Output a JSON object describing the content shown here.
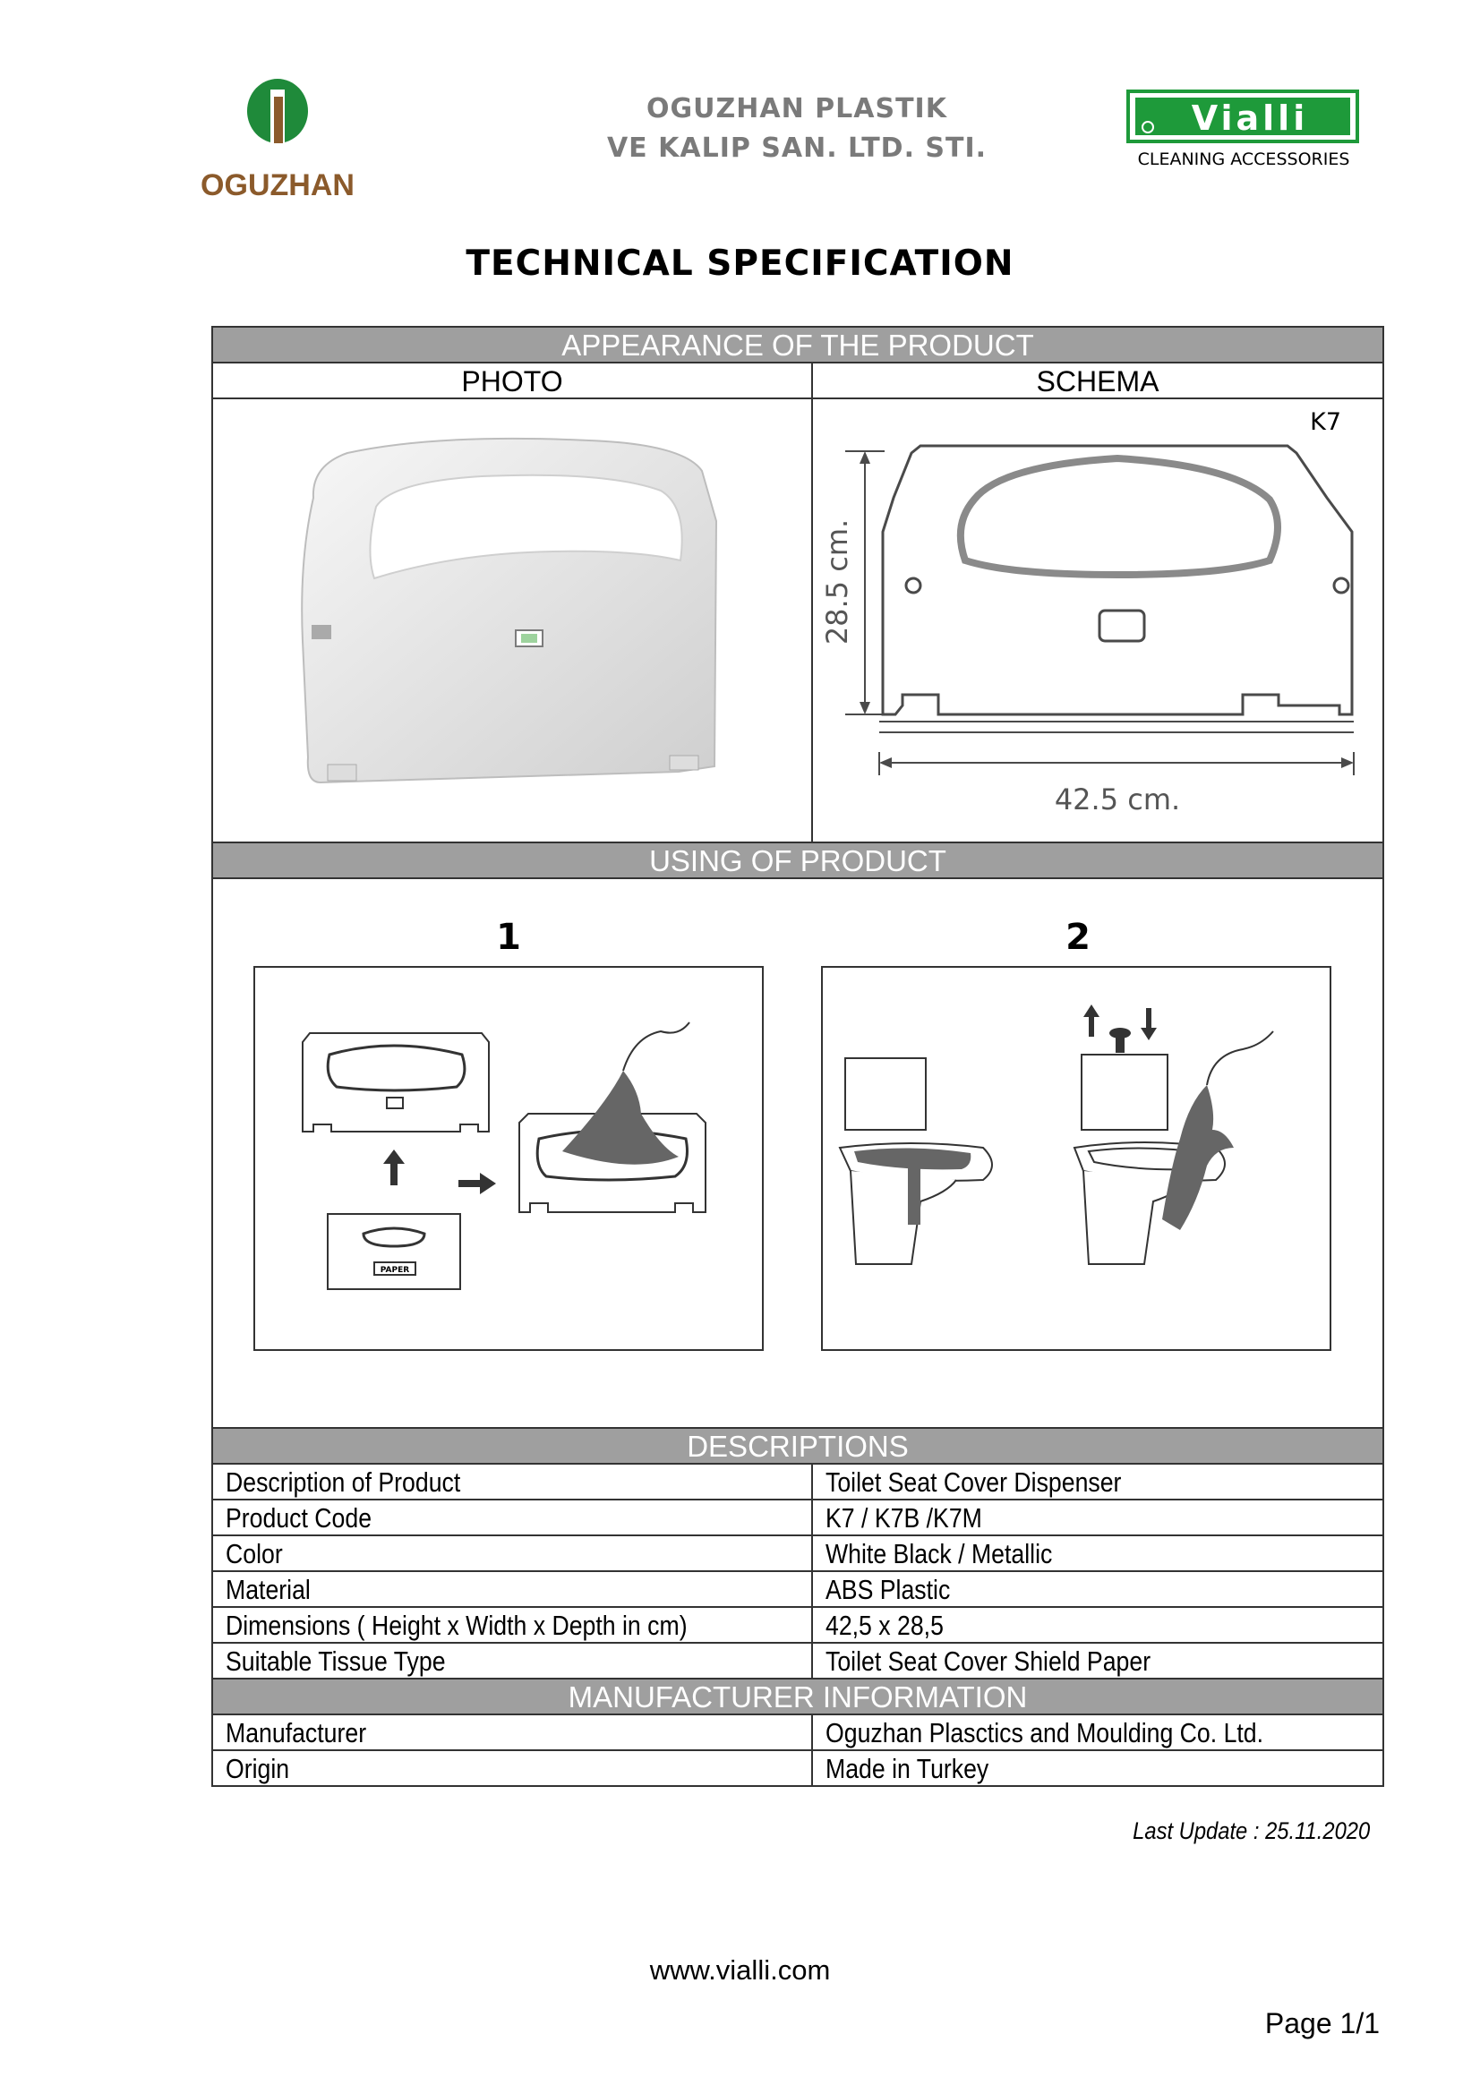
{
  "header": {
    "logo_left_text": "OGUZHAN",
    "company_line1": "OGUZHAN PLASTIK",
    "company_line2": "VE KALIP SAN. LTD. STI.",
    "logo_right_brand": "Vialli",
    "logo_right_tagline": "CLEANING ACCESSORIES",
    "title": "TECHNICAL SPECIFICATION"
  },
  "appearance": {
    "section_title": "APPEARANCE OF THE PRODUCT",
    "photo_header": "PHOTO",
    "schema_header": "SCHEMA",
    "schema_code": "K7",
    "schema_height": "28.5 cm.",
    "schema_width": "42.5 cm."
  },
  "usage": {
    "section_title": "USING OF PRODUCT",
    "step1_label": "1",
    "step2_label": "2",
    "paper_label": "PAPER"
  },
  "descriptions": {
    "section_title": "DESCRIPTIONS",
    "rows": [
      {
        "label": "Description of Product",
        "value": "Toilet Seat Cover Dispenser"
      },
      {
        "label": "Product Code",
        "value": "K7 / K7B /K7M"
      },
      {
        "label": "Color",
        "value": "White Black / Metallic"
      },
      {
        "label": "Material",
        "value": "ABS Plastic"
      },
      {
        "label": "Dimensions ( Height x Width x Depth in cm)",
        "value": "42,5 x 28,5"
      },
      {
        "label": "Suitable Tissue Type",
        "value": "Toilet Seat Cover Shield Paper"
      }
    ]
  },
  "manufacturer": {
    "section_title": "MANUFACTURER INFORMATION",
    "rows": [
      {
        "label": "Manufacturer",
        "value": "Oguzhan Plasctics and Moulding Co. Ltd."
      },
      {
        "label": "Origin",
        "value": "Made in Turkey"
      }
    ]
  },
  "footer": {
    "last_update": "Last Update : 25.11.2020",
    "website": "www.vialli.com",
    "page": "Page 1/1"
  },
  "colors": {
    "band_gray": "#9f9f9f",
    "oguzhan_green": "#1f8a3a",
    "oguzhan_brown": "#8b5a2b",
    "vialli_green": "#1e9a3a"
  }
}
